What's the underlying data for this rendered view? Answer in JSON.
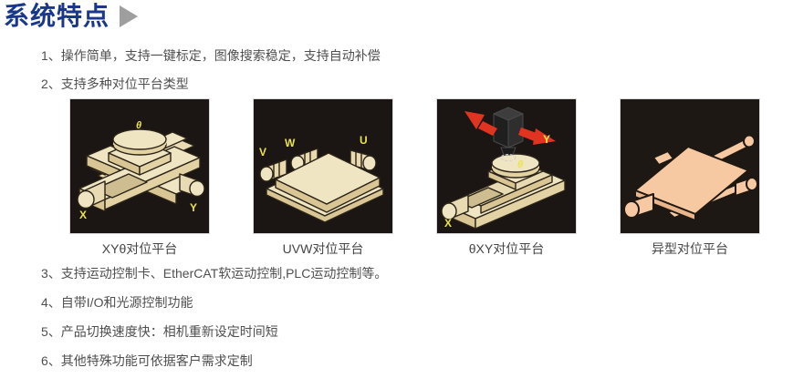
{
  "header": {
    "title": "系统特点"
  },
  "features_top": [
    "1、操作简单，支持一键标定，图像搜索稳定，支持自动补偿",
    "2、支持多种对位平台类型"
  ],
  "platforms": [
    {
      "caption": "XYθ对位平台",
      "labels": {
        "theta": "θ",
        "x": "X",
        "y": "Y"
      }
    },
    {
      "caption": "UVW对位平台",
      "labels": {
        "v": "V",
        "w": "W",
        "u": "U"
      }
    },
    {
      "caption": "θXY对位平台",
      "labels": {
        "theta": "θ",
        "x": "X",
        "y": "Y"
      }
    },
    {
      "caption": "异型对位平台",
      "labels": {}
    }
  ],
  "features_bottom": [
    "3、支持运动控制卡、EtherCAT软运动控制,PLC运动控制等。",
    "4、自带I/O和光源控制功能",
    "5、产品切换速度快：相机重新设定时间短",
    "6、其他特殊功能可依据客户需求定制"
  ],
  "colors": {
    "title_blue": "#19388a",
    "arrow_gray": "#9e9e9e",
    "body_text": "#4f4f4f",
    "image_background": "#1b1613",
    "platform_cream": "#f0e5c2",
    "platform_peach": "#f6c9a2",
    "label_yellow": "#e9e44c",
    "motion_arrow_red": "#e03420"
  }
}
